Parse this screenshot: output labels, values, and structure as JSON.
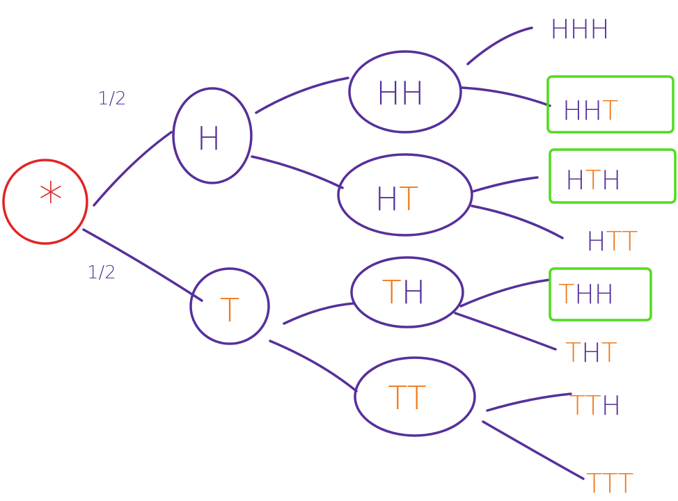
{
  "colors": {
    "heads": "#56309a",
    "tails": "#f07a1a",
    "root": "#e02424",
    "highlight": "#4fdc1f",
    "branch": "#56309a"
  },
  "root": {
    "label": "*"
  },
  "probabilities": {
    "upper": "1/2",
    "lower": "1/2"
  },
  "level1": [
    {
      "label": "H"
    },
    {
      "label": "T"
    }
  ],
  "level2": [
    {
      "label": "HH"
    },
    {
      "label": "HT"
    },
    {
      "label": "TH"
    },
    {
      "label": "TT"
    }
  ],
  "outcomes": [
    {
      "label": "HHH",
      "highlighted": false
    },
    {
      "label": "HHT",
      "highlighted": true
    },
    {
      "label": "HTH",
      "highlighted": true
    },
    {
      "label": "HTT",
      "highlighted": false
    },
    {
      "label": "THH",
      "highlighted": true
    },
    {
      "label": "THT",
      "highlighted": false
    },
    {
      "label": "TTH",
      "highlighted": false
    },
    {
      "label": "TTT",
      "highlighted": false
    }
  ]
}
